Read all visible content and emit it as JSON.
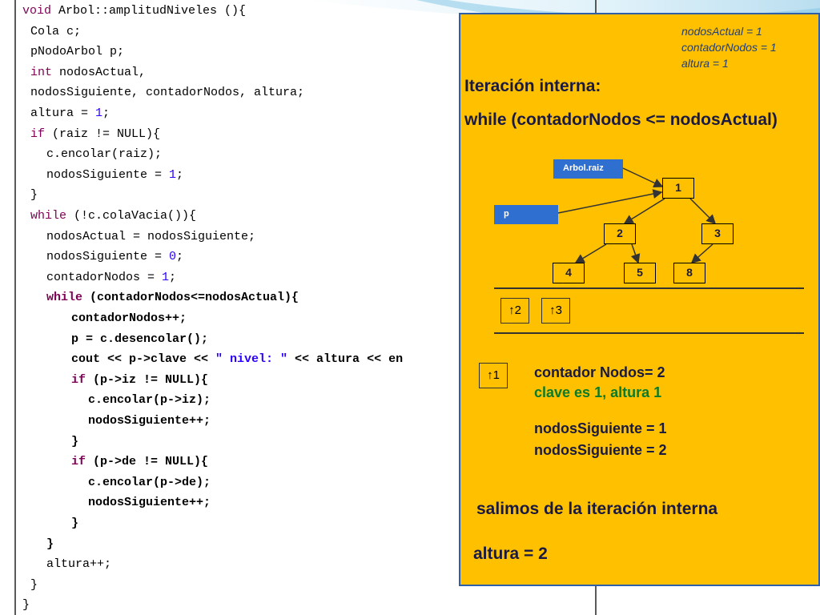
{
  "code_lines": [
    {
      "segs": [
        {
          "t": "void ",
          "c": "kw"
        },
        {
          "t": "Arbol::amplitudNiveles (){"
        }
      ]
    },
    {
      "segs": [
        {
          "t": "Cola c;"
        }
      ]
    },
    {
      "segs": [
        {
          "t": "pNodoArbol p;"
        }
      ]
    },
    {
      "segs": [
        {
          "t": "int ",
          "c": "kw"
        },
        {
          "t": "nodosActual,"
        }
      ]
    },
    {
      "segs": [
        {
          "t": "nodosSiguiente, contadorNodos, altura;"
        }
      ]
    },
    {
      "segs": [
        {
          "t": "altura = "
        },
        {
          "t": "1",
          "c": "num"
        },
        {
          "t": ";"
        }
      ]
    },
    {
      "segs": [
        {
          "t": "if ",
          "c": "kw"
        },
        {
          "t": "(raiz != NULL){"
        }
      ]
    },
    {
      "segs": [
        {
          "t": "c.encolar(raiz);"
        }
      ]
    },
    {
      "segs": [
        {
          "t": "nodosSiguiente = "
        },
        {
          "t": "1",
          "c": "num"
        },
        {
          "t": ";"
        }
      ]
    },
    {
      "segs": [
        {
          "t": "}"
        }
      ]
    },
    {
      "segs": [
        {
          "t": "while ",
          "c": "kw"
        },
        {
          "t": "(!c.colaVacia()){"
        }
      ]
    },
    {
      "segs": [
        {
          "t": "nodosActual = nodosSiguiente;"
        }
      ]
    },
    {
      "segs": [
        {
          "t": "nodosSiguiente = "
        },
        {
          "t": "0",
          "c": "num"
        },
        {
          "t": ";"
        }
      ]
    },
    {
      "segs": [
        {
          "t": "contadorNodos = "
        },
        {
          "t": "1",
          "c": "num"
        },
        {
          "t": ";"
        }
      ]
    },
    {
      "segs": [
        {
          "t": "while ",
          "c": "kw b"
        },
        {
          "t": "(contadorNodos<=nodosActual){",
          "c": "b"
        }
      ]
    },
    {
      "segs": [
        {
          "t": "contadorNodos++;",
          "c": "b"
        }
      ]
    },
    {
      "segs": [
        {
          "t": "p = c.desencolar();",
          "c": "b"
        }
      ]
    },
    {
      "segs": [
        {
          "t": "cout << p->clave << ",
          "c": "b"
        },
        {
          "t": "\" nivel: \"",
          "c": "str b"
        },
        {
          "t": " << altura << en",
          "c": "b"
        }
      ]
    },
    {
      "segs": [
        {
          "t": "if ",
          "c": "kw b"
        },
        {
          "t": "(p->iz != NULL){",
          "c": "b"
        }
      ]
    },
    {
      "segs": [
        {
          "t": "c.encolar(p->iz);",
          "c": "b"
        }
      ]
    },
    {
      "segs": [
        {
          "t": "nodosSiguiente++;",
          "c": "b"
        }
      ]
    },
    {
      "segs": [
        {
          "t": "}",
          "c": "b"
        }
      ]
    },
    {
      "segs": [
        {
          "t": "if ",
          "c": "kw b"
        },
        {
          "t": "(p->de != NULL){",
          "c": "b"
        }
      ]
    },
    {
      "segs": [
        {
          "t": "c.encolar(p->de);",
          "c": "b"
        }
      ]
    },
    {
      "segs": [
        {
          "t": "nodosSiguiente++;",
          "c": "b"
        }
      ]
    },
    {
      "segs": [
        {
          "t": "}",
          "c": "b"
        }
      ]
    },
    {
      "segs": [
        {
          "t": "}",
          "c": "b"
        }
      ]
    },
    {
      "segs": [
        {
          "t": "altura++;"
        },
        {
          "t": "",
          "c": ""
        }
      ]
    },
    {
      "segs": [
        {
          "t": "}"
        }
      ]
    },
    {
      "segs": [
        {
          "t": "}"
        }
      ]
    }
  ],
  "vars": {
    "nodos_actual": "nodosActual = 1",
    "contador_nodos": "contadorNodos = 1",
    "altura": "altura = 1"
  },
  "titles": {
    "inner_iteration": "Iteración interna:",
    "while_condition": "while (contadorNodos <= nodosActual)"
  },
  "tree": {
    "root_pointer": "Arbol.raiz",
    "p_pointer": "p",
    "nodes": {
      "n1": "1",
      "n2": "2",
      "n3": "3",
      "n4": "4",
      "n5": "5",
      "n8": "8"
    }
  },
  "queue": {
    "items": [
      "↑2",
      "↑3"
    ],
    "dequeued": "↑1"
  },
  "status": {
    "contador": "contador Nodos= 2",
    "clave": "clave es 1, altura 1",
    "siguiente_1": "nodosSiguiente = 1",
    "siguiente_2": "nodosSiguiente = 2",
    "exit": "salimos de la iteración interna",
    "altura": "altura = 2"
  },
  "colors": {
    "panel": "#ffc000",
    "pointer": "#2e6fd0",
    "keyword": "#7f0055",
    "number": "#2a00ff",
    "green_text": "#0b7a2a"
  }
}
